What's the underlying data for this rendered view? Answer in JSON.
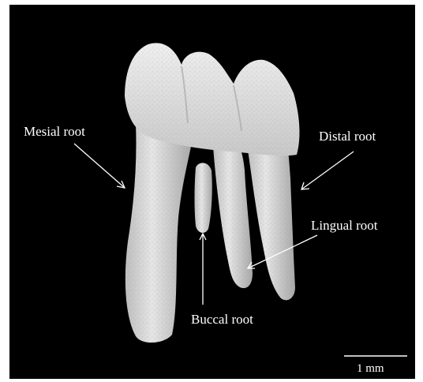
{
  "figure": {
    "background_color": "#000000",
    "tooth_color": "#d9d9d9",
    "annotation_color": "#ffffff"
  },
  "labels": {
    "mesial_root": "Mesial root",
    "distal_root": "Distal root",
    "lingual_root": "Lingual root",
    "buccal_root": "Buccal root"
  },
  "scale_bar": {
    "text": "1 mm"
  }
}
